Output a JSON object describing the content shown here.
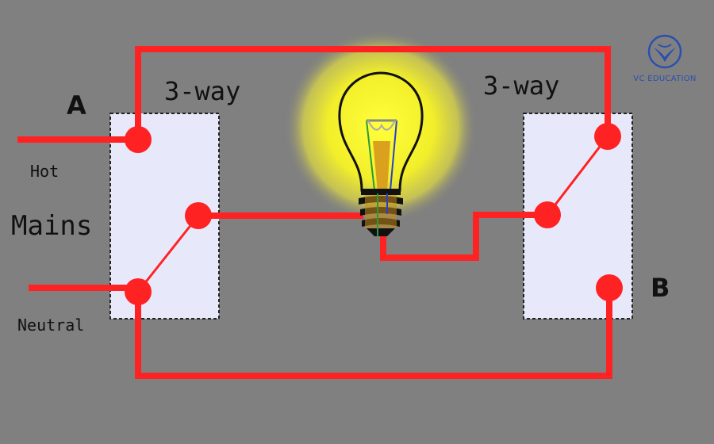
{
  "labels": {
    "a": "A",
    "b": "B",
    "hot": "Hot",
    "mains": "Mains",
    "neutral": "Neutral",
    "switch_left": "3-way",
    "switch_right": "3-way"
  },
  "logo": {
    "text": "VC EDUCATION"
  },
  "colors": {
    "background": "#808080",
    "wire": "#ff2222",
    "switch_fill": "#e8e8fb",
    "bulb_glow": "#fff35a",
    "logo": "#2a4fb0"
  }
}
